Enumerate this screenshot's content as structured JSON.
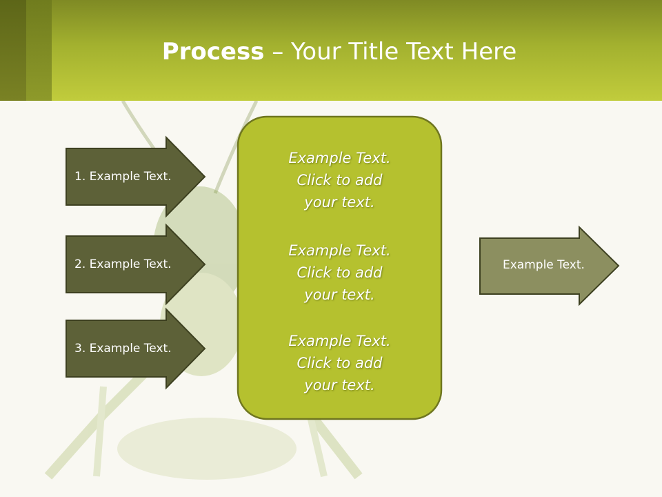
{
  "slide": {
    "title_bold": "Process",
    "title_rest": " – Your Title Text Here"
  },
  "process": {
    "inputs": [
      {
        "label": "1. Example Text."
      },
      {
        "label": "2. Example Text."
      },
      {
        "label": "3. Example Text."
      }
    ],
    "center_blocks": [
      {
        "line1": "Example Text.",
        "line2": "Click  to add",
        "line3": "your text."
      },
      {
        "line1": "Example Text.",
        "line2": "Click  to add",
        "line3": "your text."
      },
      {
        "line1": "Example Text.",
        "line2": "Click  to add",
        "line3": "your text."
      }
    ],
    "output": {
      "label": "Example Text."
    }
  },
  "colors": {
    "header_light": "#c1cc3c",
    "header_dark": "#7f8a24",
    "input_arrow_fill": "#5d6138",
    "center_box_fill": "#b5c12f",
    "output_arrow_fill": "#8c8f60",
    "outline": "#3d4020"
  }
}
